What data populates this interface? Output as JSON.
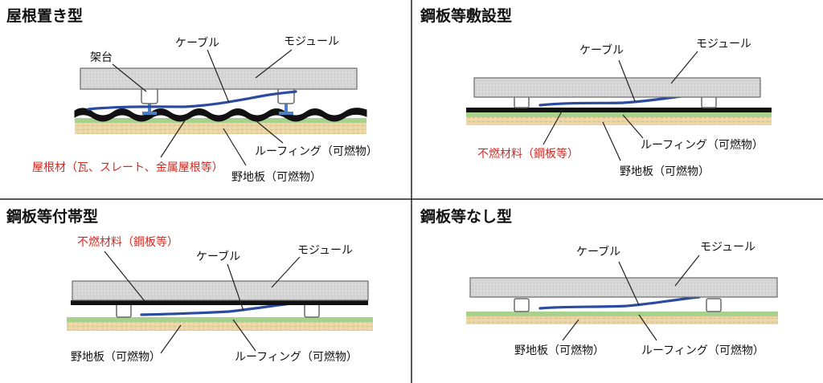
{
  "panels": {
    "roof_mount": {
      "title": "屋根置き型",
      "labels": {
        "stand": "架台",
        "cable": "ケーブル",
        "module": "モジュール",
        "roofing": "ルーフィング（可燃物）",
        "roof_material": "屋根材（瓦、スレート、金属屋根等）",
        "sheathing": "野地板（可燃物）"
      }
    },
    "steel_full": {
      "title": "鋼板等敷設型",
      "labels": {
        "cable": "ケーブル",
        "module": "モジュール",
        "noncombustible": "不燃材料（鋼板等）",
        "roofing": "ルーフィング（可燃物）",
        "sheathing": "野地板（可燃物）"
      }
    },
    "steel_band": {
      "title": "鋼板等付帯型",
      "labels": {
        "noncombustible": "不燃材料（鋼板等）",
        "cable": "ケーブル",
        "module": "モジュール",
        "sheathing": "野地板（可燃物）",
        "roofing": "ルーフィング（可燃物）"
      }
    },
    "no_steel": {
      "title": "鋼板等なし型",
      "labels": {
        "cable": "ケーブル",
        "module": "モジュール",
        "sheathing": "野地板（可燃物）",
        "roofing": "ルーフィング（可燃物）"
      }
    }
  },
  "colors": {
    "module": "#d6d6d6",
    "cable": "#2b4ba0",
    "roofing": "#a9d18e",
    "sheathing": "#e9d3a2",
    "noncombustible": "#111111",
    "warning_text": "#d42a22"
  }
}
